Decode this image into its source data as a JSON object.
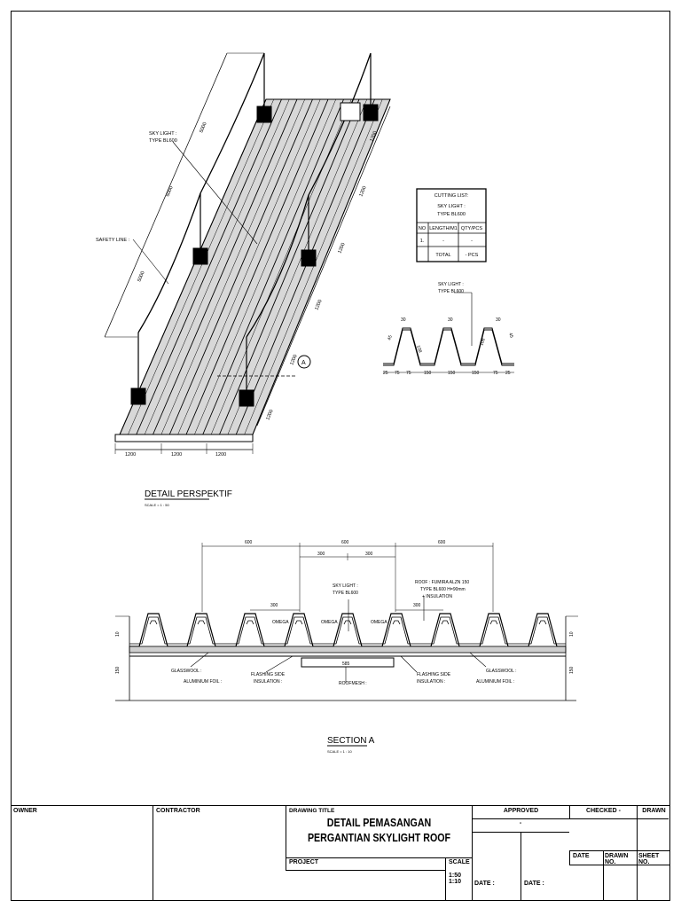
{
  "perspective": {
    "title": "DETAIL PERSPEKTIF",
    "scale": "SCALE = 1 : 50",
    "label_skylight": [
      "SKY LIGHT :",
      "TYPE BL600"
    ],
    "label_safety_line": "SAFETY LINE :",
    "dim_left": [
      "5000",
      "6000",
      "5000"
    ],
    "dim_bottom": [
      "1200",
      "1200",
      "1200"
    ],
    "dim_right": [
      "1200",
      "1200",
      "1200",
      "1200",
      "1200",
      "1200"
    ],
    "section_marker": "A"
  },
  "cutting_list": {
    "title": "CUTTING LIST:",
    "subtitle": [
      "SKY LIGHT :",
      "TYPE BL600"
    ],
    "headers": [
      "NO",
      "LENGTH/M1",
      "QTY/PCS"
    ],
    "row": [
      "1.",
      "-",
      "-"
    ],
    "total_label": "TOTAL",
    "total_value": "- PCS"
  },
  "profile": {
    "label": [
      "SKY LIGHT :",
      "TYPE BL600"
    ],
    "top_dims": [
      "30",
      "30",
      "30"
    ],
    "slope_dims": [
      "45",
      "108",
      "108",
      "45"
    ],
    "bottom_dims": [
      "25",
      "75",
      "75",
      "150",
      "150",
      "150",
      "75",
      "25"
    ]
  },
  "section": {
    "title": "SECTION A",
    "scale": "SCALE = 1 : 10",
    "top_dims": [
      "600",
      "600",
      "600"
    ],
    "mid_dims": [
      "300",
      "300"
    ],
    "small_dims": [
      "300",
      "300"
    ],
    "label_skylight": [
      "SKY LIGHT :",
      "TYPE BL600"
    ],
    "label_roof": [
      "ROOF : FUMIRA ALZN 150",
      "TYPE BL600 H=90mm",
      "+ INSULATION"
    ],
    "omega_labels": [
      "OMEGA",
      "OMEGA",
      "OMEGA",
      "OMEGA"
    ],
    "label_glasswool": [
      "GLASSWOOL :",
      "ALUMINIUM FOIL :"
    ],
    "label_flashing": [
      "FLASHING SIDE",
      "INSULATION :"
    ],
    "label_roofmesh": "ROOFMESH :",
    "dim_585": "585",
    "side_dims": [
      "10",
      "10",
      "150",
      "150"
    ]
  },
  "title_block": {
    "owner": "OWNER",
    "contractor": "CONTRACTOR",
    "drawing_title_label": "DRAWING TITLE",
    "drawing_title": [
      "DETAIL PEMASANGAN",
      "PERGANTIAN SKYLIGHT ROOF"
    ],
    "project": "PROJECT",
    "scale_label": "SCALE",
    "scale_values": [
      "1:50",
      "1:10"
    ],
    "approved": "APPROVED",
    "approved_value": "-",
    "checked": "CHECKED -",
    "drawn": "DRAWN",
    "date": "DATE",
    "drawn_no": "DRAWN NO.",
    "sheet_no": "SHEET NO.",
    "date_1": "DATE :",
    "date_2": "DATE :"
  }
}
